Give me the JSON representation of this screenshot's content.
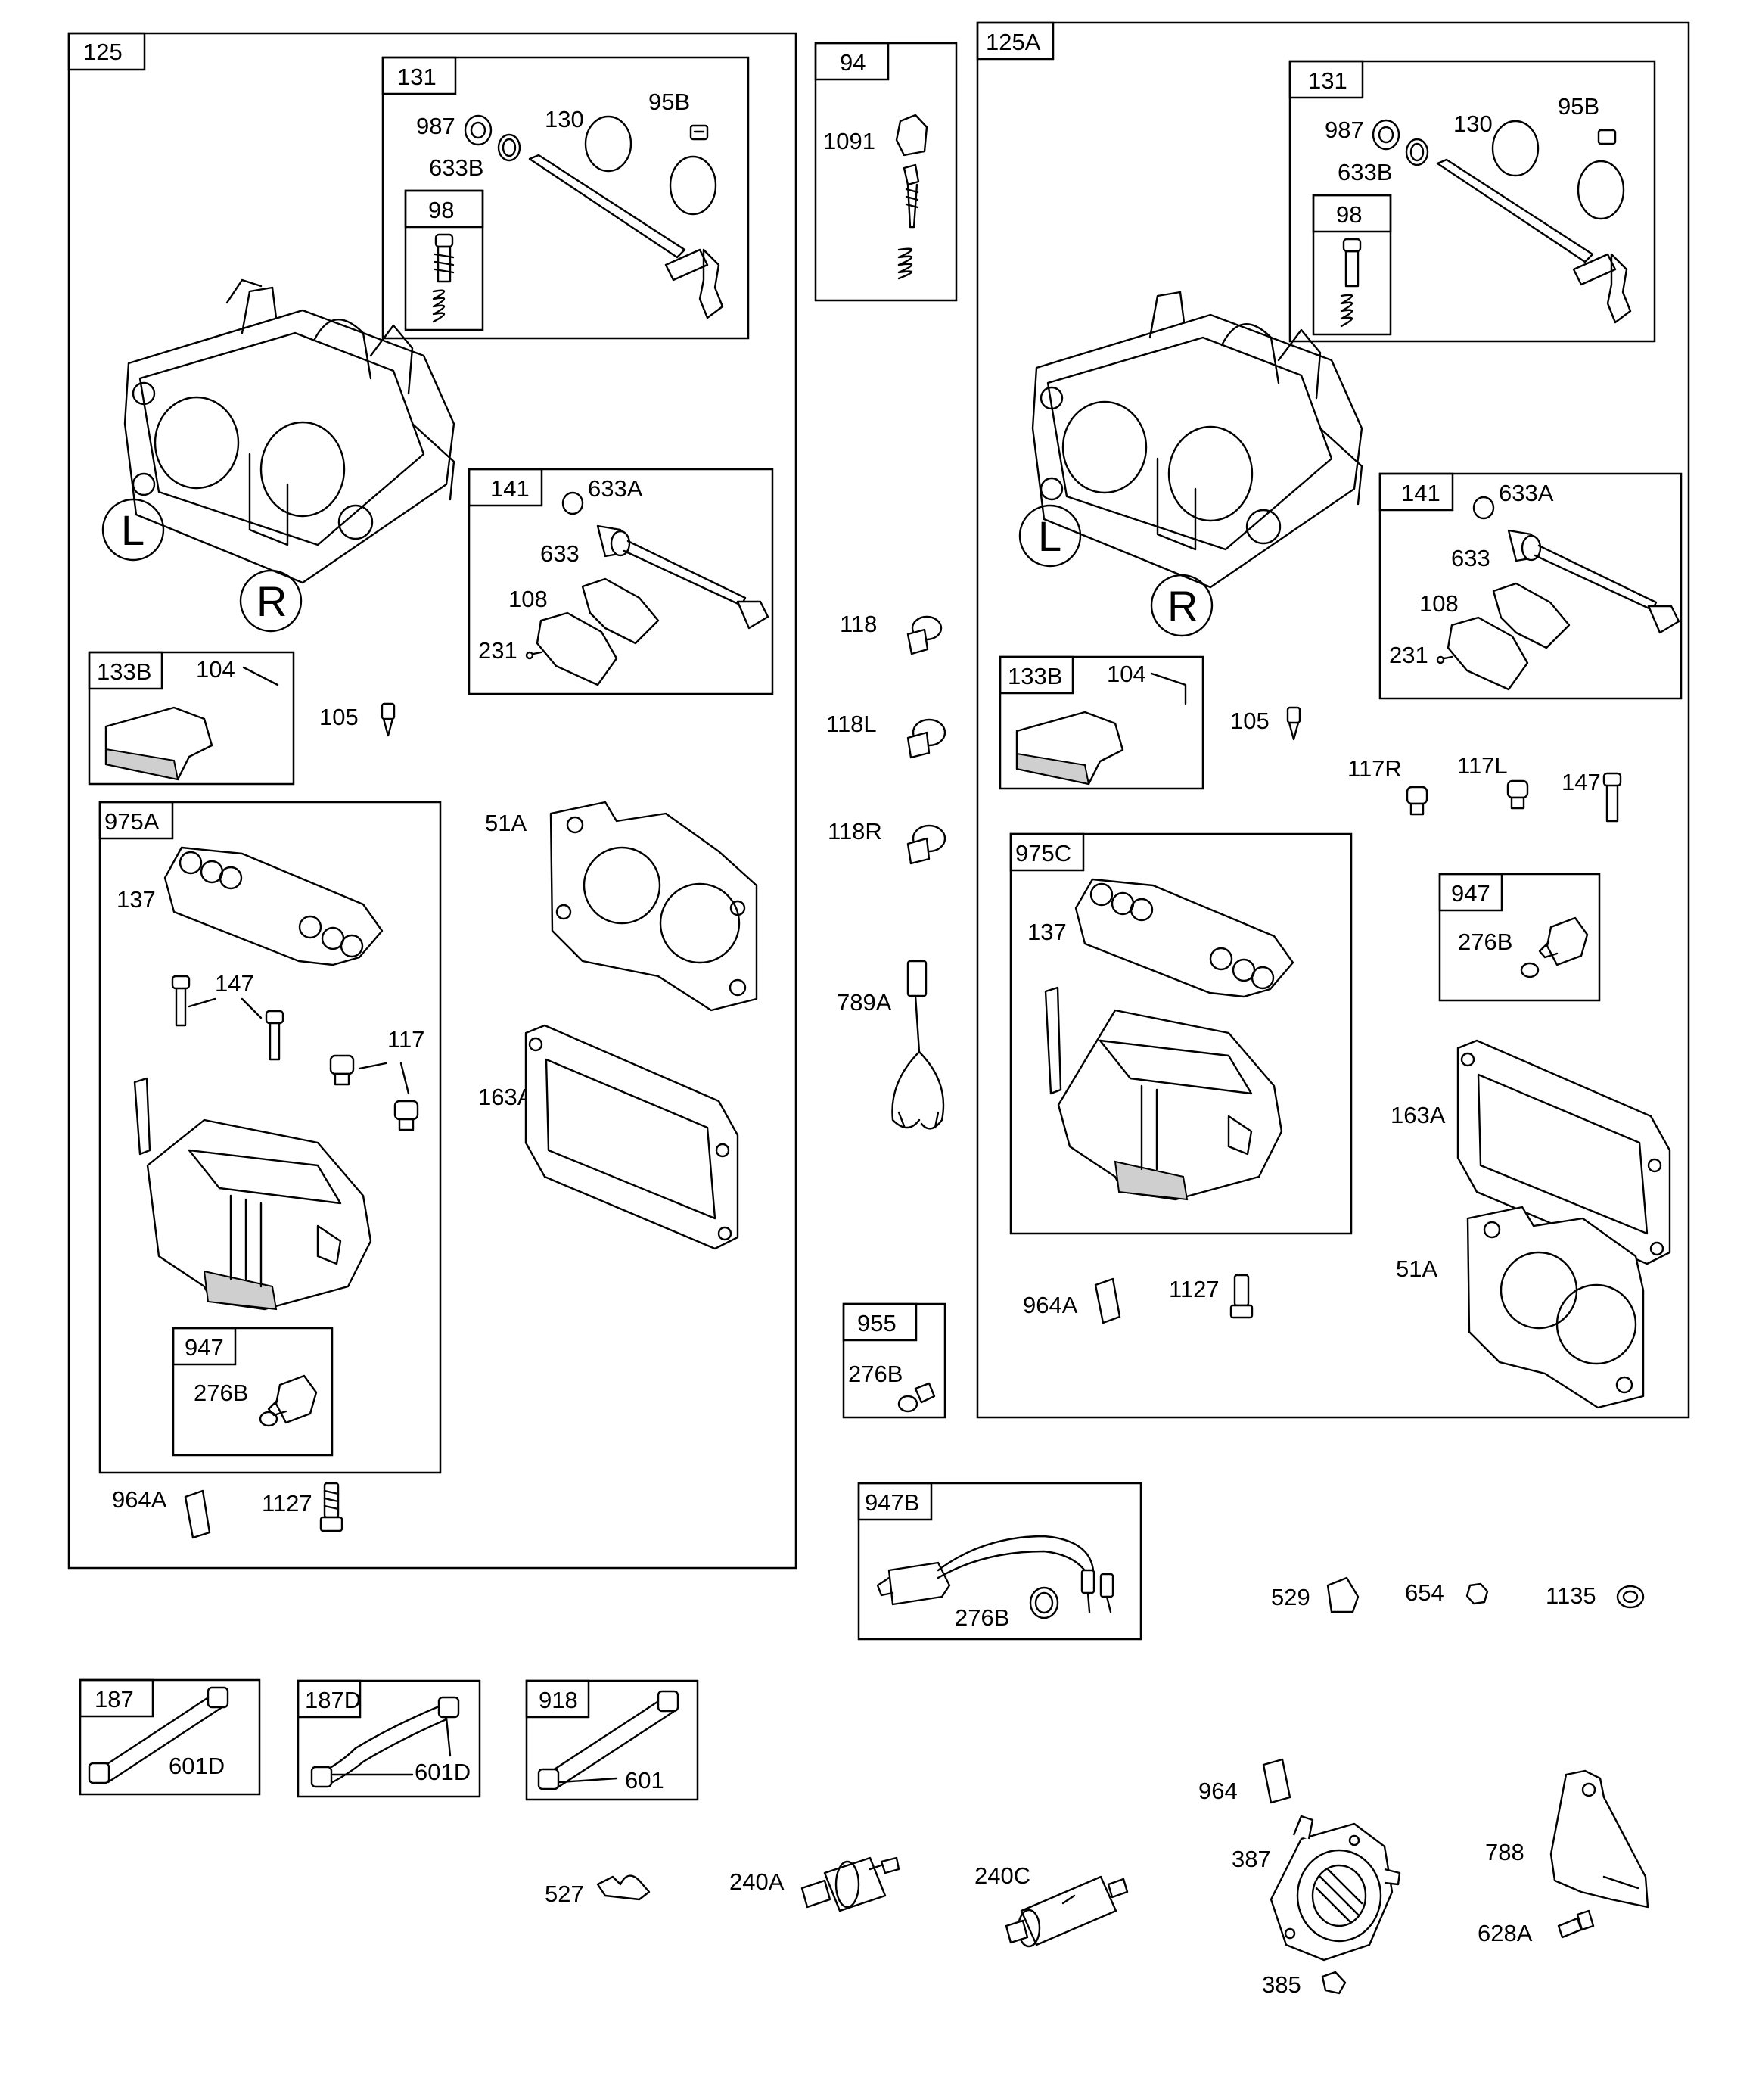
{
  "groups": {
    "g125": "125",
    "g125a": "125A",
    "g94": "94",
    "g955": "955",
    "g947b": "947B",
    "g187": "187",
    "g187d": "187D",
    "g918": "918"
  },
  "left": {
    "sub131": "131",
    "p987": "987",
    "p130": "130",
    "p95b": "95B",
    "p633b": "633B",
    "sub98": "98",
    "sub141": "141",
    "p633a": "633A",
    "p633": "633",
    "p108": "108",
    "p231": "231",
    "sub133b": "133B",
    "p104": "104",
    "p105": "105",
    "sub975a": "975A",
    "p137": "137",
    "p147": "147",
    "p117": "117",
    "sub947": "947",
    "p276b": "276B",
    "p964a": "964A",
    "p1127": "1127",
    "p51a": "51A",
    "p163a": "163A",
    "markL": "L",
    "markR": "R"
  },
  "middle": {
    "p1091": "1091",
    "p118": "118",
    "p118l": "118L",
    "p118r": "118R",
    "p789a": "789A",
    "p276b": "276B",
    "p276b2": "276B"
  },
  "right": {
    "sub131": "131",
    "p987": "987",
    "p130": "130",
    "p95b": "95B",
    "p633b": "633B",
    "sub98": "98",
    "sub141": "141",
    "p633a": "633A",
    "p633": "633",
    "p108": "108",
    "p231": "231",
    "sub133b": "133B",
    "p104": "104",
    "p105": "105",
    "p117r": "117R",
    "p117l": "117L",
    "p147": "147",
    "sub947": "947",
    "p276b": "276B",
    "sub975c": "975C",
    "p137": "137",
    "p163a": "163A",
    "p51a": "51A",
    "p964a": "964A",
    "p1127": "1127",
    "markL": "L",
    "markR": "R"
  },
  "bottom": {
    "p529": "529",
    "p654": "654",
    "p1135": "1135",
    "p601d_1": "601D",
    "p601d_2": "601D",
    "p601": "601",
    "p964": "964",
    "p387": "387",
    "p788": "788",
    "p628a": "628A",
    "p385": "385",
    "p527": "527",
    "p240a": "240A",
    "p240c": "240C"
  }
}
